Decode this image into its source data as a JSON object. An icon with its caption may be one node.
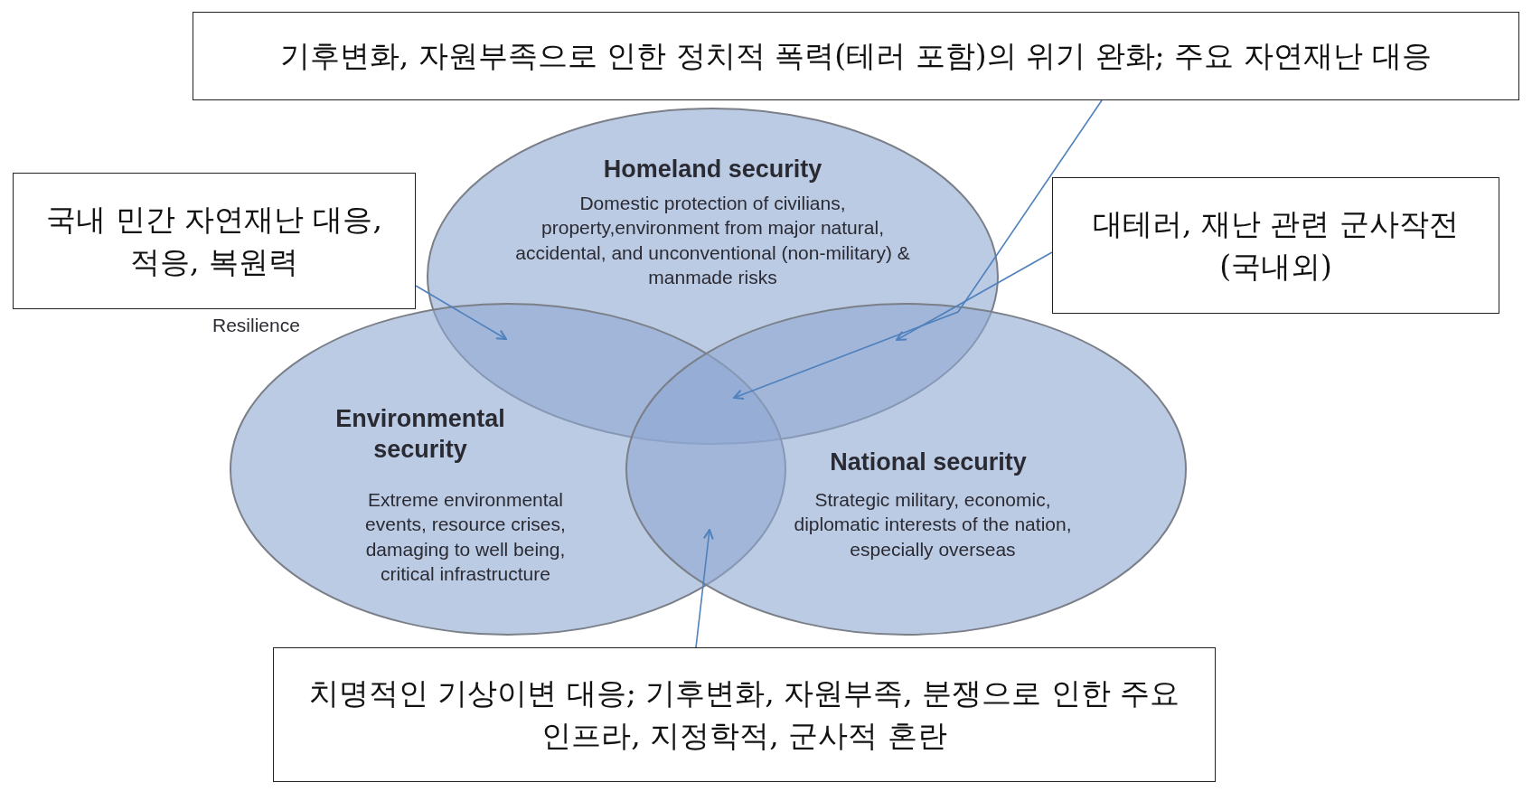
{
  "diagram": {
    "nodes": [
      {
        "text": [
          "기후변화, 자원부족으로 인한 정치적 폭력(테러 포함)의 위기 완화; 주요 자연재난 대응"
        ]
      },
      {
        "text": [
          "Homeland security",
          "Domestic protection of civilians, property,environment from major natural, accidental, and unconventional (non-military) & manmade risks"
        ]
      },
      {
        "text": [
          "국내 민간 자연재난 대응, 적응, 복원력"
        ]
      },
      {
        "text": [
          "대테러, 재난 관련 군사작전(국내외)"
        ]
      },
      {
        "text": [
          "Environmental security",
          "Extreme environmental events, resource crises, damaging to well being, critical infrastructure"
        ]
      },
      {
        "text": [
          "National security",
          "Strategic military, economic, diplomatic interests of the nation, especially overseas"
        ]
      },
      {
        "text": [
          "치명적인 기상이변 대응; 기후변화, 자원부족, 분쟁으로 인한 주요 인프라, 지정학적, 군사적 혼란"
        ]
      }
    ],
    "edges": [
      {
        "from": 0,
        "to": 4,
        "arrow": "to"
      },
      {
        "from": 2,
        "to": 4,
        "arrow": "to"
      },
      {
        "from": 3,
        "to": 5,
        "arrow": "to"
      },
      {
        "from": 6,
        "to": 4,
        "arrow": "to"
      }
    ],
    "labels": [
      "Resilience"
    ]
  }
}
